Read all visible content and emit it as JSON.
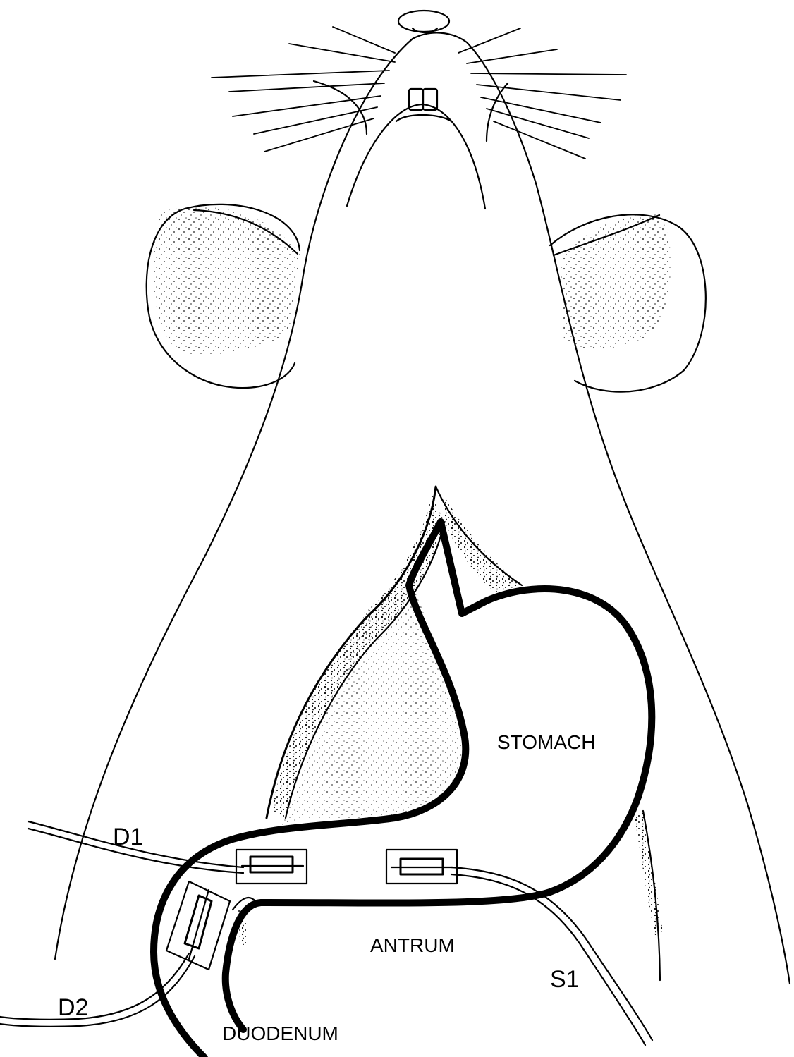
{
  "labels": {
    "stomach": "STOMACH",
    "antrum": "ANTRUM",
    "duodenum": "DUODENUM",
    "d1": "D1",
    "d2": "D2",
    "s1": "S1"
  },
  "colors": {
    "ink": "#000000",
    "background": "#ffffff"
  }
}
